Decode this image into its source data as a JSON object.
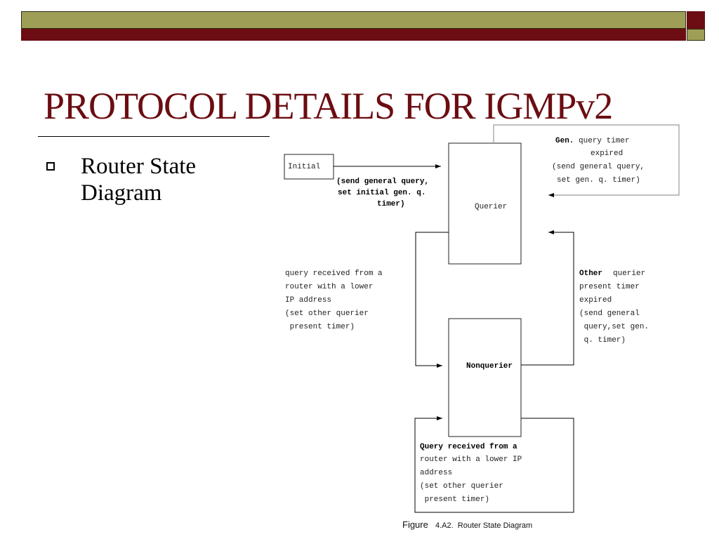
{
  "slide": {
    "title": "PROTOCOL DETAILS FOR IGMPv2",
    "bullet": "Router State Diagram"
  },
  "diagram": {
    "states": {
      "initial": "Initial",
      "querier": "Querier",
      "nonquerier": "Nonquerier"
    },
    "labels": {
      "initial_to_querier": [
        "(send general query,",
        "set initial gen. q.",
        "timer)"
      ],
      "gen_timer_prefix": "Gen.",
      "gen_timer": [
        "query timer",
        "expired",
        "(send general query,",
        "set gen. q. timer)"
      ],
      "q_to_nq": [
        "query received from a",
        "router with a lower",
        "IP address",
        "(set other querier",
        " present timer)"
      ],
      "other_prefix": "Other",
      "nq_to_q": [
        "querier",
        "present timer",
        "expired",
        "(send general",
        " query,set gen.",
        " q. timer)"
      ],
      "nq_self_prefix": "Query received from a",
      "nq_self": [
        "router with a lower IP",
        "address",
        "(set other querier",
        " present timer)"
      ]
    },
    "caption_prefix": "Figure",
    "caption": "4.A2.  Router State Diagram"
  }
}
